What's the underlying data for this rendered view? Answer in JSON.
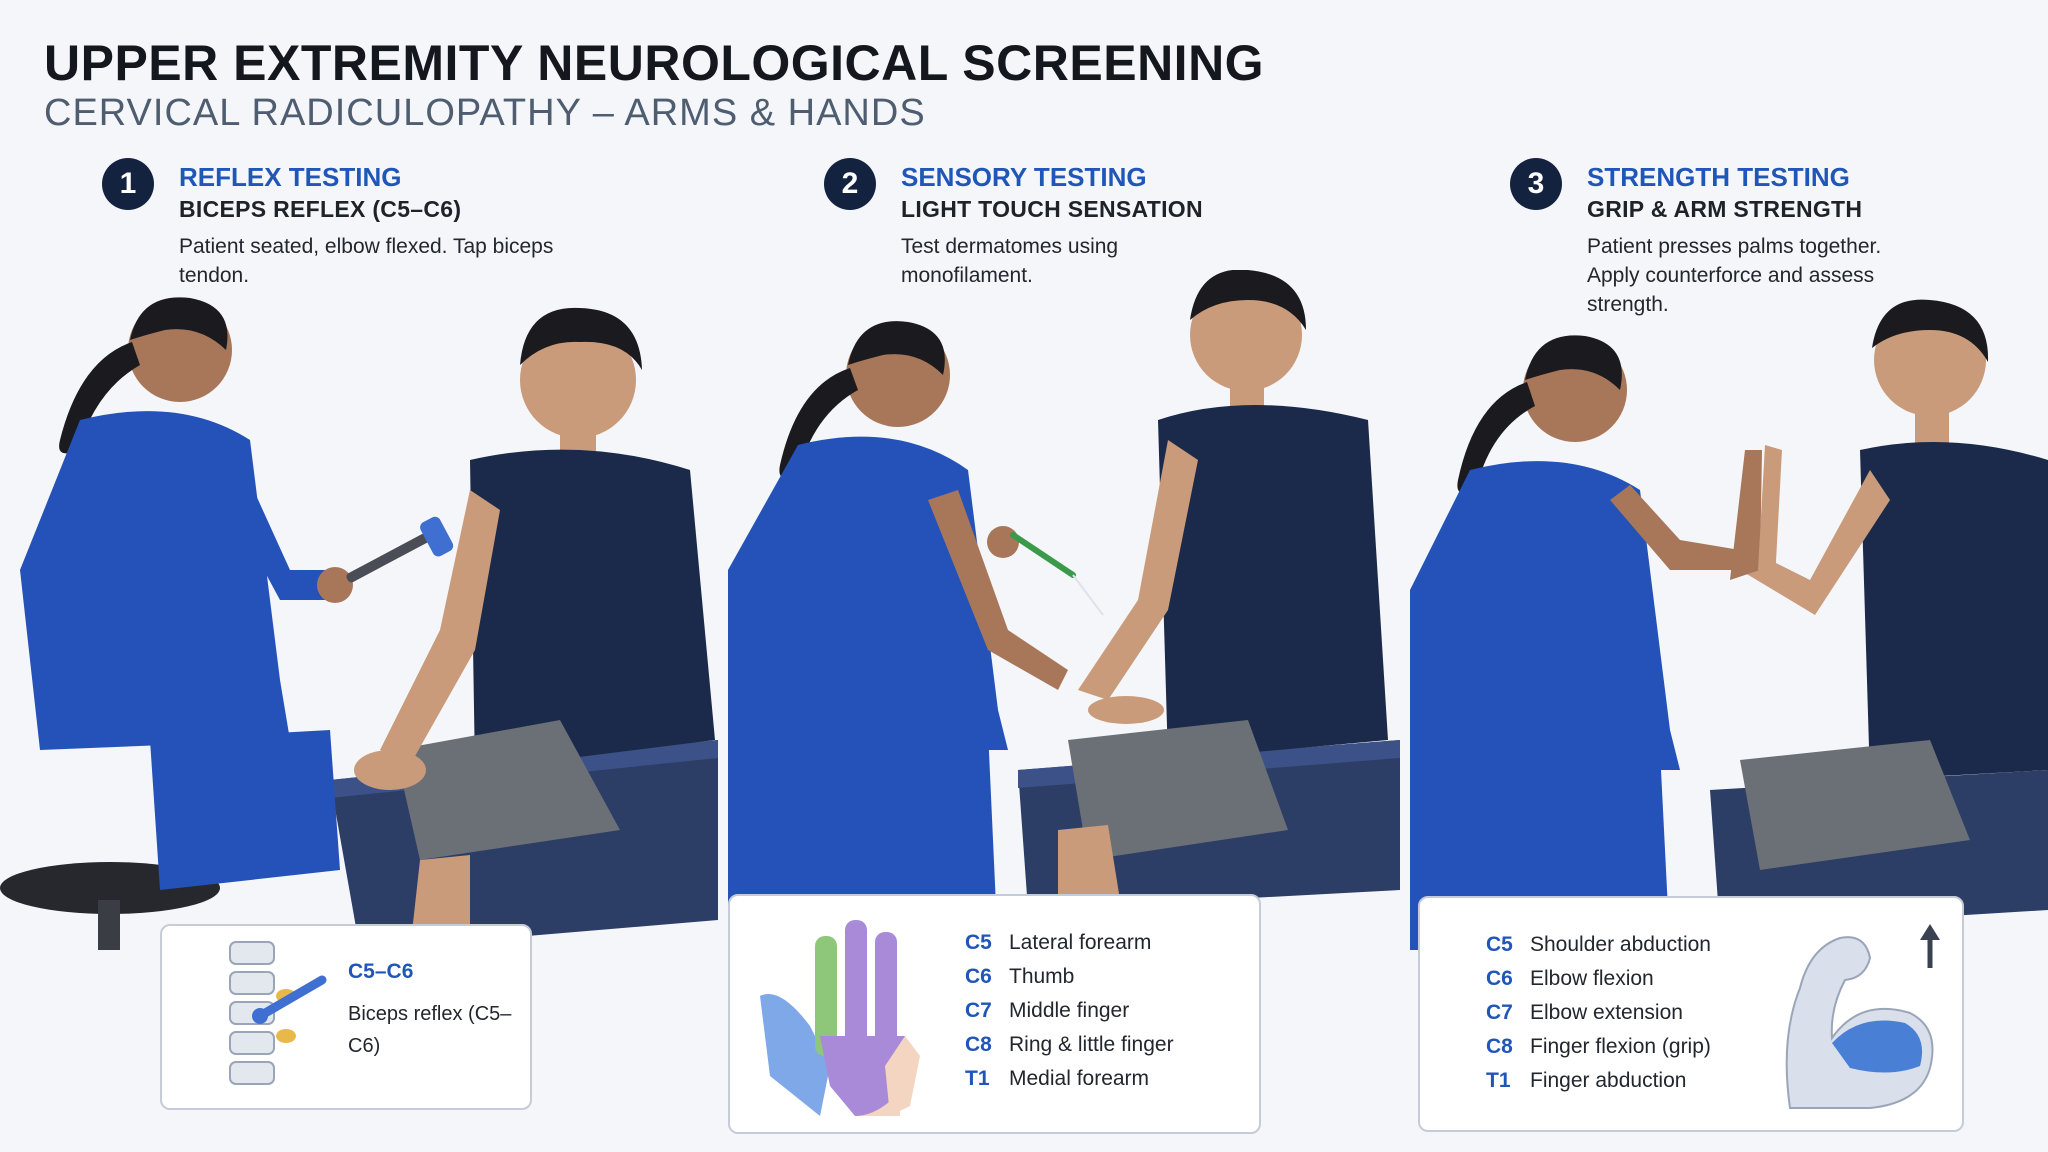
{
  "header": {
    "title": "UPPER EXTREMITY NEUROLOGICAL SCREENING",
    "subtitle": "CERVICAL RADICULOPATHY – ARMS & HANDS"
  },
  "steps": [
    {
      "number": "1",
      "title": "REFLEX TESTING",
      "subtitle": "BICEPS REFLEX (C5–C6)",
      "description": "Patient seated, elbow flexed. Tap biceps tendon.",
      "box": {
        "code": "C5–C6",
        "text": "Biceps reflex (C5–C6)"
      }
    },
    {
      "number": "2",
      "title": "SENSORY TESTING",
      "subtitle": "LIGHT TOUCH SENSATION",
      "description": "Test dermatomes using monofilament.",
      "items": [
        {
          "code": "C5",
          "label": "Lateral forearm"
        },
        {
          "code": "C6",
          "label": "Thumb"
        },
        {
          "code": "C7",
          "label": "Middle finger"
        },
        {
          "code": "C8",
          "label": "Ring & little finger"
        },
        {
          "code": "T1",
          "label": "Medial forearm"
        }
      ]
    },
    {
      "number": "3",
      "title": "STRENGTH TESTING",
      "subtitle": "GRIP & ARM STRENGTH",
      "description": "Patient presses palms together. Apply counterforce and assess strength.",
      "items": [
        {
          "code": "C5",
          "label": "Shoulder abduction"
        },
        {
          "code": "C6",
          "label": "Elbow flexion"
        },
        {
          "code": "C7",
          "label": "Elbow extension"
        },
        {
          "code": "C8",
          "label": "Finger flexion (grip)"
        },
        {
          "code": "T1",
          "label": "Finger abduction"
        }
      ]
    }
  ],
  "colors": {
    "accent": "#1f56b8",
    "badge": "#13233f",
    "scrubs": "#2452b8",
    "shirt": "#1b2a4a",
    "shorts": "#6b6f76",
    "table": "#2c3d66"
  }
}
